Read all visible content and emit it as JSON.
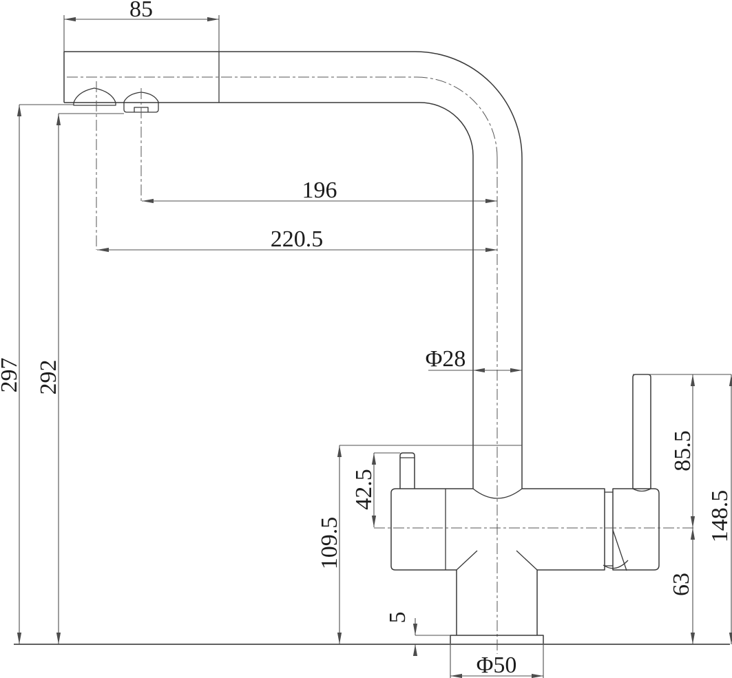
{
  "drawing": {
    "subject": "Kitchen mixer faucet side elevation with dimensions",
    "unit": "mm",
    "colors": {
      "background": "#ffffff",
      "outline": "#383838",
      "dimension_line": "#4d4d4d",
      "text": "#1c1c1c"
    },
    "dimensions": {
      "spout_head_length": "85",
      "reach_to_second_outlet": "196",
      "reach_to_aerator": "220.5",
      "overall_height": "297",
      "height_to_second_outlet": "292",
      "spout_tube_diameter": "Φ28",
      "filter_lever_height_above_axis": "42.5",
      "spout_joint_height_above_counter": "109.5",
      "handle_top_above_body_axis": "85.5",
      "handle_top_above_counter": "148.5",
      "body_axis_above_counter": "63",
      "base_plate_thickness": "5",
      "base_diameter": "Φ50"
    }
  }
}
